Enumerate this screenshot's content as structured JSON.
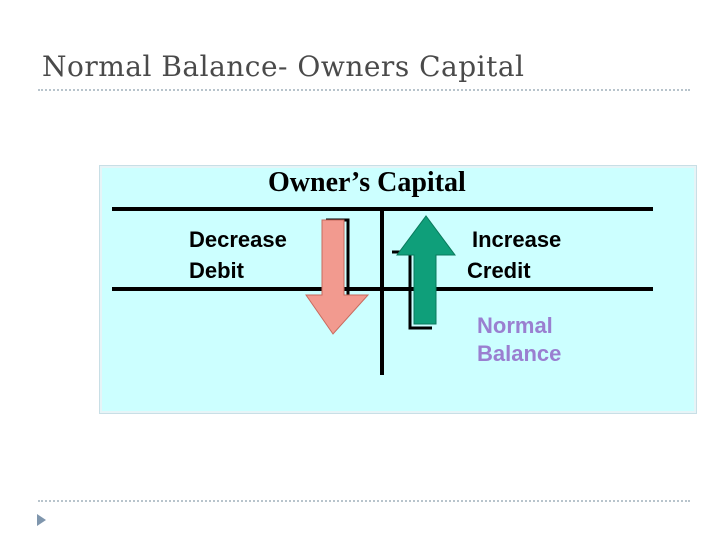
{
  "slide": {
    "title": "Normal Balance- Owners Capital"
  },
  "t_account": {
    "title": "Owner’s Capital",
    "left": {
      "line1": "Decrease",
      "line2": "Debit"
    },
    "right": {
      "line1": "Increase",
      "line2": "Credit"
    },
    "normal_balance": {
      "line1": "Normal",
      "line2": "Balance"
    }
  },
  "colors": {
    "panel": "#ccffff",
    "decrease_arrow": "#f29a8f",
    "increase_arrow": "#0f9f7a",
    "normal_balance_text": "#9a7fd0",
    "bullet": "#7f96ad"
  },
  "icons": {
    "decrease": "down-arrow-icon",
    "increase": "up-arrow-icon",
    "bullet": "triangle-bullet-icon"
  }
}
